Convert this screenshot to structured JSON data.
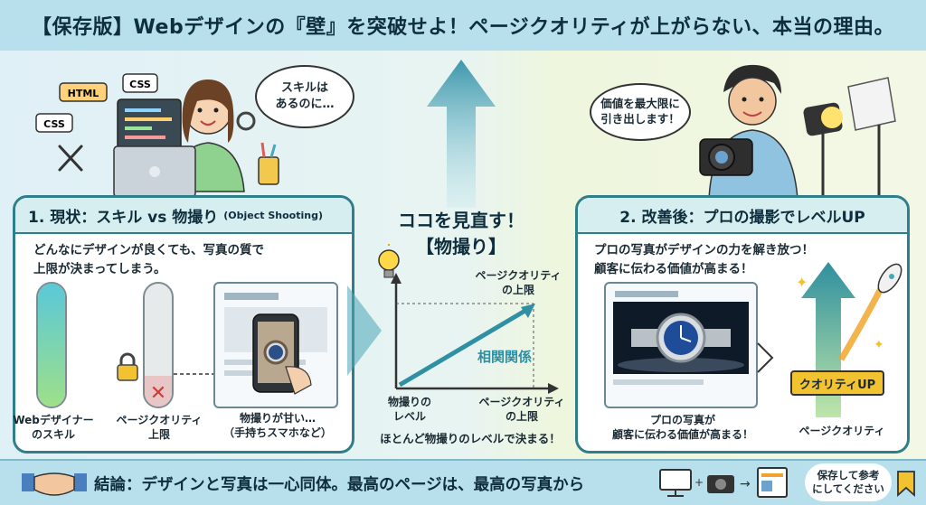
{
  "title": "【保存版】Webデザインの『壁』を突破せよ！ページクオリティが上がらない、本当の理由。",
  "left": {
    "bubble": "スキルは\nあるのに…",
    "code_tags": [
      "CSS",
      "HTML",
      "CSS"
    ],
    "header_main": "1. 現状：スキル vs 物撮り",
    "header_sub": "(Object Shooting)",
    "desc": "どんなにデザインが良くても、写真の質で\n上限が決まってしまう。",
    "meter1_label": "Webデザイナー\nのスキル",
    "meter2_label": "ページクオリティ\n上限",
    "mock_caption": "物撮りが甘い…\n（手持ちスマホなど）"
  },
  "center": {
    "heading1": "ココを見直す！",
    "heading2": "【物撮り】",
    "graph_top_label": "ページクオリティ\nの上限",
    "graph_relation": "相関関係",
    "graph_x_label": "物撮りの\nレベル",
    "graph_x_right_label": "ページクオリティ\nの上限",
    "footer": "ほとんど物撮りのレベルで決まる！"
  },
  "right": {
    "bubble": "価値を最大限に\n引き出します！",
    "header": "2. 改善後：プロの撮影でレベルUP",
    "desc": "プロの写真がデザインの力を解き放つ！\n顧客に伝わる価値が高まる！",
    "mock_caption": "プロの写真が\n顧客に伝わる価値が高まる！",
    "badge": "クオリティUP",
    "arrow_label": "ページクオリティ"
  },
  "bottom": {
    "conclusion": "結論：デザインと写真は一心同体。最高のページは、最高の写真から",
    "save": "保存して参考\nにしてください"
  },
  "colors": {
    "accent": "#2f7f8a",
    "arrow": "#4aa6b8",
    "title_bg": "#b8e0ec",
    "relation": "#2f8fa3"
  }
}
